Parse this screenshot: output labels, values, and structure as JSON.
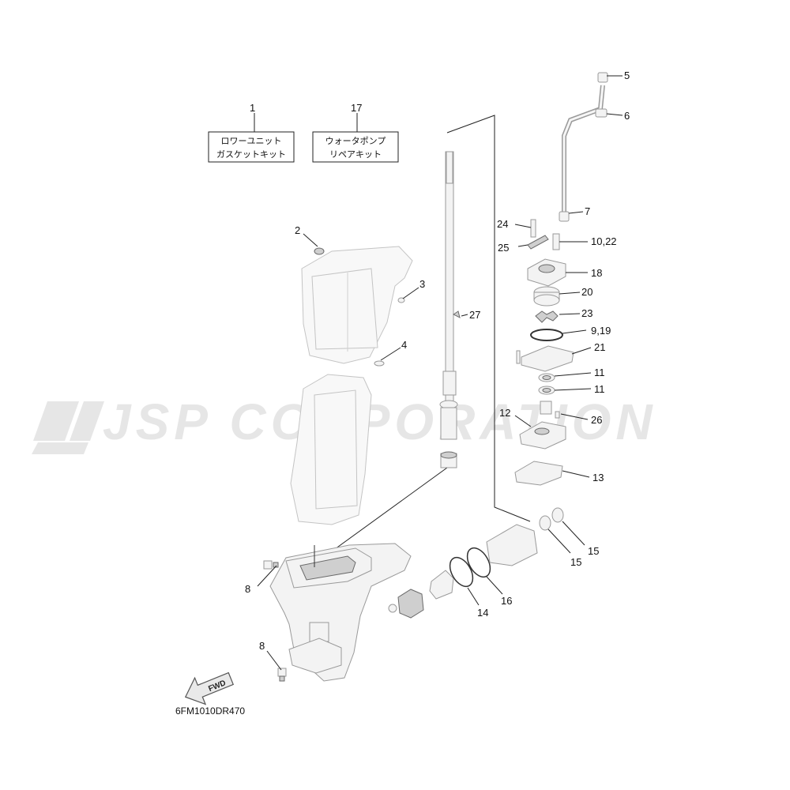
{
  "watermark": {
    "text": "JSP CORPORATION"
  },
  "diagram_code": "6FM1010DR470",
  "direction_arrow": {
    "label": "FWD"
  },
  "kits": [
    {
      "ref": "1",
      "line1": "ロワーユニット",
      "line2": "ガスケットキット"
    },
    {
      "ref": "17",
      "line1": "ウォータポンプ",
      "line2": "リペアキット"
    }
  ],
  "callouts": [
    {
      "id": "2",
      "label": "2"
    },
    {
      "id": "3",
      "label": "3"
    },
    {
      "id": "4",
      "label": "4"
    },
    {
      "id": "5",
      "label": "5"
    },
    {
      "id": "6",
      "label": "6"
    },
    {
      "id": "7",
      "label": "7"
    },
    {
      "id": "8a",
      "label": "8"
    },
    {
      "id": "8b",
      "label": "8"
    },
    {
      "id": "9_19",
      "label": "9,19"
    },
    {
      "id": "10_22",
      "label": "10,22"
    },
    {
      "id": "11a",
      "label": "11"
    },
    {
      "id": "11b",
      "label": "11"
    },
    {
      "id": "12",
      "label": "12"
    },
    {
      "id": "13",
      "label": "13"
    },
    {
      "id": "14",
      "label": "14"
    },
    {
      "id": "15a",
      "label": "15"
    },
    {
      "id": "15b",
      "label": "15"
    },
    {
      "id": "16",
      "label": "16"
    },
    {
      "id": "18",
      "label": "18"
    },
    {
      "id": "20",
      "label": "20"
    },
    {
      "id": "21",
      "label": "21"
    },
    {
      "id": "23",
      "label": "23"
    },
    {
      "id": "24",
      "label": "24"
    },
    {
      "id": "25",
      "label": "25"
    },
    {
      "id": "26",
      "label": "26"
    },
    {
      "id": "27",
      "label": "27"
    }
  ]
}
